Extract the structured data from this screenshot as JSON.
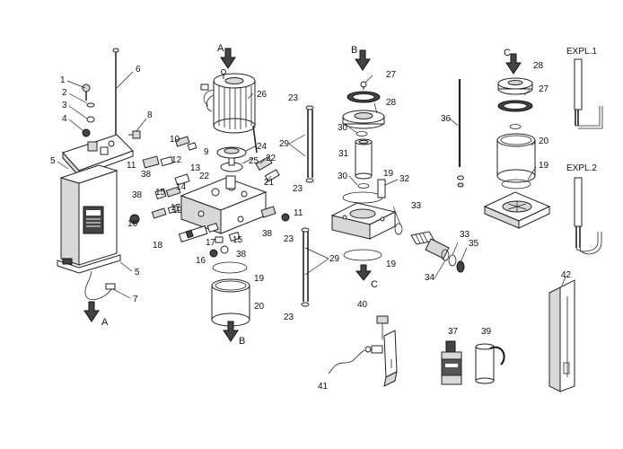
{
  "flow_labels": {
    "a_top": "A",
    "a_bottom": "A",
    "b_top": "B",
    "b_bottom": "B",
    "c_top": "C",
    "c_bottom": "C"
  },
  "titles": {
    "expl1": "EXPL.1",
    "expl2": "EXPL.2"
  },
  "callouts": {
    "n1": "1",
    "n2": "2",
    "n3": "3",
    "n4": "4",
    "n5a": "5",
    "n5b": "5",
    "n6": "6",
    "n7": "7",
    "n8": "8",
    "n9": "9",
    "n10": "10",
    "n11a": "11",
    "n11b": "11",
    "n12a": "12",
    "n12b": "12",
    "n13": "13",
    "n14": "14",
    "n15a": "15",
    "n15b": "15",
    "n16a": "16",
    "n16b": "16",
    "n17a": "17",
    "n17b": "17",
    "n18": "18",
    "n19a": "19",
    "n19b": "19",
    "n19c": "19",
    "n19d": "19",
    "n20a": "20",
    "n20b": "20",
    "n21": "21",
    "n22a": "22",
    "n22b": "22",
    "n23a": "23",
    "n23b": "23",
    "n23c": "23",
    "n23d": "23",
    "n24": "24",
    "n25": "25",
    "n26": "26",
    "n27a": "27",
    "n27b": "27",
    "n28a": "28",
    "n28b": "28",
    "n29a": "29",
    "n29b": "29",
    "n30a": "30",
    "n30b": "30",
    "n31": "31",
    "n32": "32",
    "n33a": "33",
    "n33b": "33",
    "n34": "34",
    "n35": "35",
    "n36": "36",
    "n37": "37",
    "n38a": "38",
    "n38b": "38",
    "n38c": "38",
    "n38d": "38",
    "n39": "39",
    "n40": "40",
    "n41": "41",
    "n42": "42"
  }
}
